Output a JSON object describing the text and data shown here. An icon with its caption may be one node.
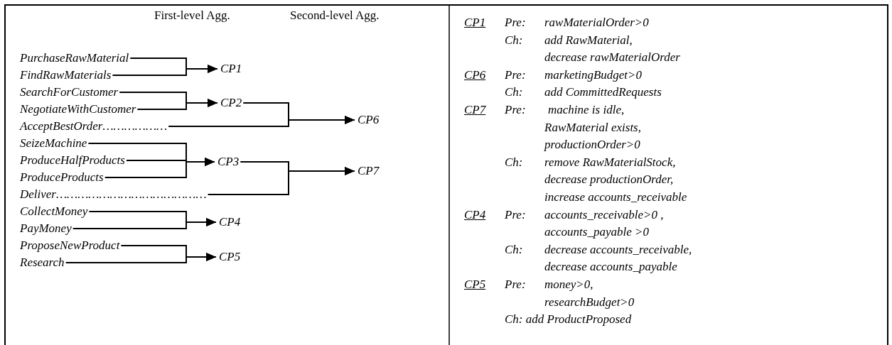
{
  "diagram": {
    "nodes": [
      {
        "text": [
          "PurchaseRawMaterial"
        ]
      },
      {
        "text": [
          "FindRawMaterials"
        ]
      },
      {
        "text": [
          "SearchForCustomer"
        ]
      },
      {
        "text": [
          "NegotiateWithCustomer"
        ]
      },
      {
        "text": [
          "AcceptBestOrder………………"
        ]
      },
      {
        "text": [
          "SeizeMachine"
        ]
      },
      {
        "text": [
          "ProduceHalfProducts"
        ]
      },
      {
        "text": [
          "ProduceProducts"
        ]
      },
      {
        "text": [
          "Deliver……………………………………"
        ]
      },
      {
        "text": [
          "CollectMoney"
        ]
      },
      {
        "text": [
          "PayMoney"
        ]
      },
      {
        "text": [
          "ProposeNewProduct"
        ]
      },
      {
        "text": [
          "Research"
        ]
      },
      {
        "text": [
          "CP1"
        ]
      },
      {
        "text": [
          "CP2"
        ]
      },
      {
        "text": [
          "CP3"
        ]
      },
      {
        "text": [
          "CP4"
        ]
      },
      {
        "text": [
          "CP5"
        ]
      },
      {
        "text": [
          "CP6"
        ]
      },
      {
        "text": [
          "CP7"
        ]
      }
    ],
    "edges": [
      {
        "from": 0,
        "to": 13,
        "arrow": "to"
      },
      {
        "from": 1,
        "to": 13,
        "arrow": "to"
      },
      {
        "from": 2,
        "to": 14,
        "arrow": "to"
      },
      {
        "from": 3,
        "to": 14,
        "arrow": "to"
      },
      {
        "from": 5,
        "to": 15,
        "arrow": "to"
      },
      {
        "from": 6,
        "to": 15,
        "arrow": "to"
      },
      {
        "from": 7,
        "to": 15,
        "arrow": "to"
      },
      {
        "from": 9,
        "to": 16,
        "arrow": "to"
      },
      {
        "from": 10,
        "to": 16,
        "arrow": "to"
      },
      {
        "from": 11,
        "to": 17,
        "arrow": "to"
      },
      {
        "from": 12,
        "to": 17,
        "arrow": "to"
      },
      {
        "from": 14,
        "to": 18,
        "arrow": "to"
      },
      {
        "from": 4,
        "to": 18,
        "arrow": "to"
      },
      {
        "from": 15,
        "to": 19,
        "arrow": "to"
      },
      {
        "from": 8,
        "to": 19,
        "arrow": "to"
      }
    ],
    "labels": [
      "First-level Agg.",
      "Second-level Agg.",
      "CP1",
      "Pre:",
      "rawMaterialOrder>0",
      "Ch:",
      "add RawMaterial,",
      "decrease rawMaterialOrder",
      "CP6",
      "Pre:",
      "marketingBudget>0",
      "Ch:",
      "add CommittedRequests",
      "CP7",
      "Pre:",
      "machine is idle,",
      "RawMaterial exists,",
      "productionOrder>0",
      "Ch:",
      "remove RawMaterialStock,",
      "decrease productionOrder,",
      "increase accounts_receivable",
      "CP4",
      "Pre:",
      "accounts_receivable>0 ,",
      "accounts_payable >0",
      "Ch:",
      "decrease accounts_receivable,",
      "decrease accounts_payable",
      "CP5",
      "Pre:",
      "money>0,",
      "researchBudget>0",
      "Ch: add ProductProposed"
    ]
  }
}
